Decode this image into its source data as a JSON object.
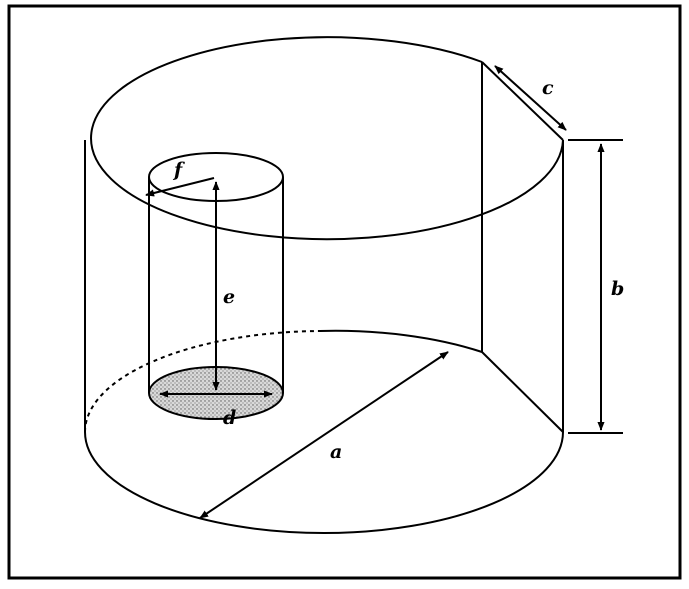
{
  "labels": {
    "a": "a",
    "b": "b",
    "c": "c",
    "d": "d",
    "e": "e",
    "f": "f"
  },
  "colors": {
    "line": "#000000",
    "background": "#ffffff",
    "shading": "#bdbdbd"
  }
}
